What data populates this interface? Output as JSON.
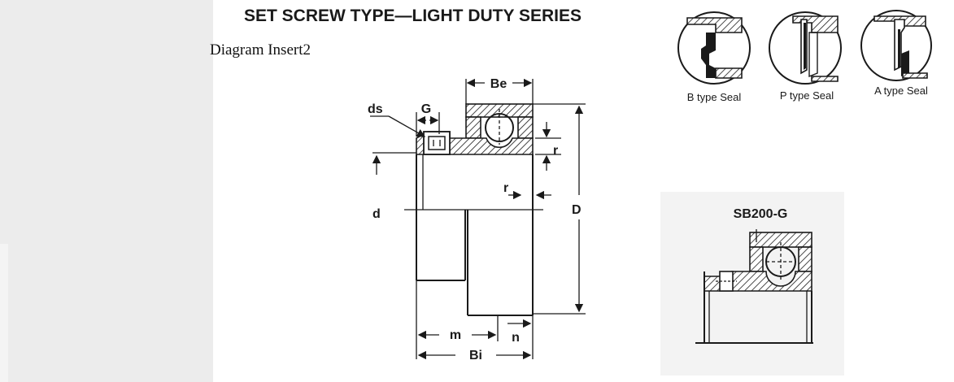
{
  "title": "SET SCREW TYPE—LIGHT DUTY SERIES",
  "insert_label": "Diagram Insert2",
  "main_drawing": {
    "labels": {
      "be": "Be",
      "ds": "ds",
      "g": "G",
      "r_top": "r",
      "r_bottom": "r",
      "d_small": "d",
      "d_large": "D",
      "m": "m",
      "n": "n",
      "bi": "Bi"
    }
  },
  "seals": [
    {
      "caption": "B type Seal"
    },
    {
      "caption": "P type Seal"
    },
    {
      "caption": "A type Seal"
    }
  ],
  "sb_drawing": {
    "title": "SB200-G"
  }
}
